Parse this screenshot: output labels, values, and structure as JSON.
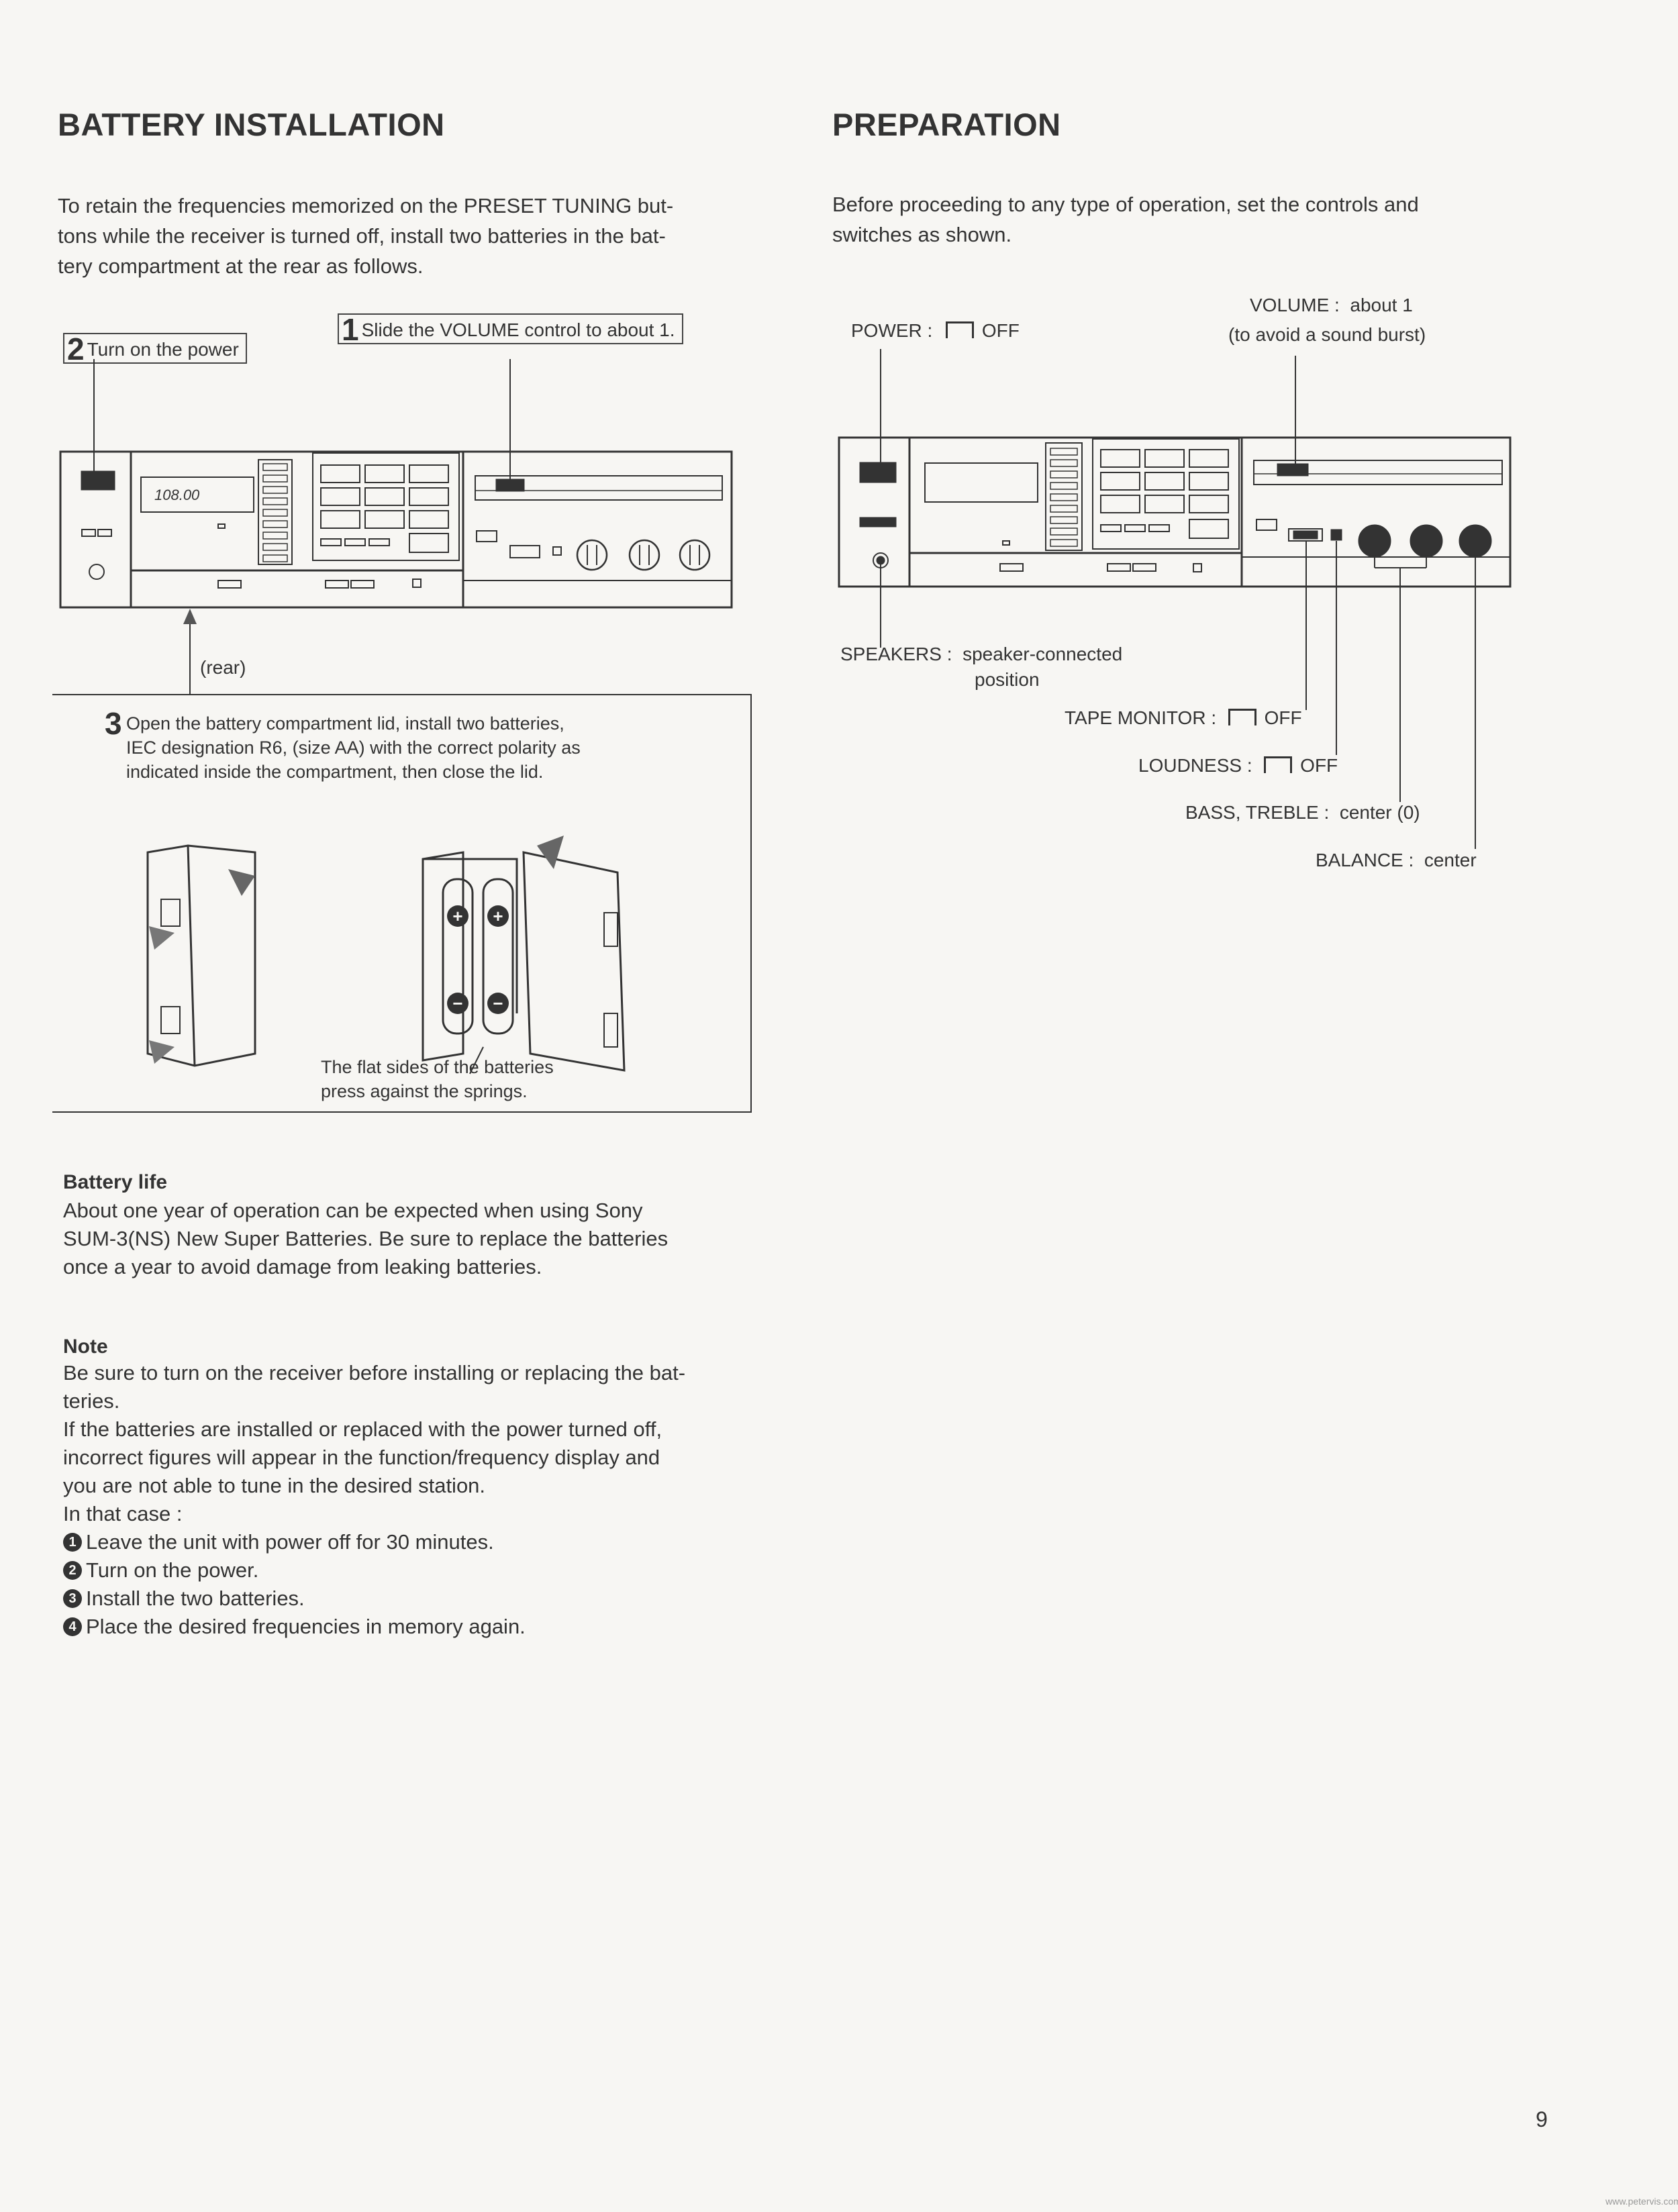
{
  "battery": {
    "title": "BATTERY INSTALLATION",
    "intro_lines": [
      "To retain the frequencies memorized on the PRESET TUNING but-",
      "tons while the receiver is turned off, install two batteries in the bat-",
      "tery compartment at the rear as follows."
    ],
    "step1_num": "1",
    "step1_text": "Slide the VOLUME control to about 1.",
    "step2_num": "2",
    "step2_text": "Turn on the power",
    "display_text": "108.00",
    "rear_label": "(rear)",
    "step3_num": "3",
    "step3_lines": [
      "Open the battery compartment lid, install two batteries,",
      "IEC designation R6, (size AA) with the correct polarity as",
      "indicated inside the compartment, then close the lid."
    ],
    "flat_side_lines": [
      "The flat sides of the batteries",
      "press against the springs."
    ],
    "plus_symbol": "+",
    "minus_symbol": "−"
  },
  "battery_life": {
    "heading": "Battery life",
    "lines": [
      "About one year of operation can be expected when using Sony",
      "SUM-3(NS) New Super Batteries. Be sure to replace the batteries",
      "once a year to avoid damage from leaking batteries."
    ]
  },
  "note": {
    "heading": "Note",
    "lines": [
      "Be sure to turn on the receiver before installing or replacing the bat-",
      "teries.",
      "If the batteries are installed or replaced with the power turned off,",
      "incorrect figures will appear in the function/frequency display and",
      "you are not able to tune in the desired station.",
      "In that case :"
    ],
    "steps": [
      {
        "num": "1",
        "text": "Leave the unit with power off for 30 minutes."
      },
      {
        "num": "2",
        "text": "Turn on the power."
      },
      {
        "num": "3",
        "text": "Install the two batteries."
      },
      {
        "num": "4",
        "text": "Place the desired frequencies in memory again."
      }
    ]
  },
  "preparation": {
    "title": "PREPARATION",
    "intro_lines": [
      "Before proceeding to any type of operation, set the controls and",
      "switches as shown."
    ],
    "power": {
      "label": "POWER :",
      "value": "OFF"
    },
    "volume": {
      "label": "VOLUME :",
      "value": "about 1",
      "note": "(to avoid a sound burst)"
    },
    "speakers": {
      "label": "SPEAKERS :",
      "value_line1": "speaker-connected",
      "value_line2": "position"
    },
    "tape_monitor": {
      "label": "TAPE MONITOR :",
      "value": "OFF"
    },
    "loudness": {
      "label": "LOUDNESS :",
      "value": "OFF"
    },
    "bass_treble": {
      "label": "BASS, TREBLE :",
      "value": "center (0)"
    },
    "balance": {
      "label": "BALANCE :",
      "value": "center"
    }
  },
  "page_number": "9",
  "watermark": "www.petervis.com"
}
